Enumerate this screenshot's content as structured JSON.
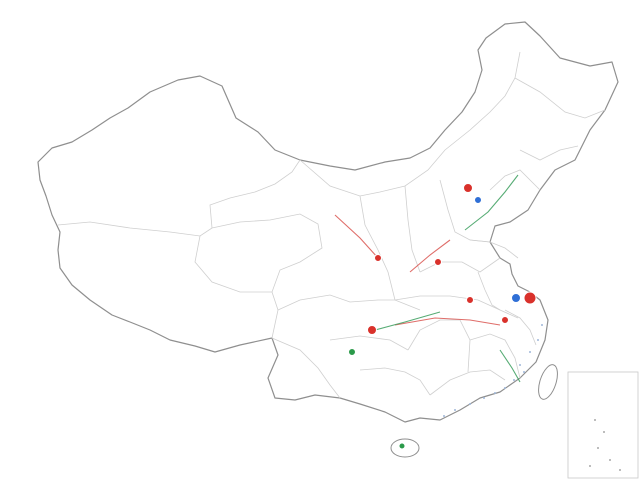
{
  "colors": {
    "outline": "#8f8f8f",
    "inner_border": "#cfcfcf",
    "label": "#555555",
    "pin_red": "#d9312b",
    "pin_blue": "#2f6fd6",
    "pin_green": "#2b9a4a",
    "route_red": "#d9534f",
    "route_green": "#3a9d5d",
    "coast": "#9fb7d8"
  },
  "regions": [
    {
      "label": "",
      "name": "region-xinjiang"
    },
    {
      "label": "",
      "name": "region-xizang"
    },
    {
      "label": "",
      "name": "region-qinghai"
    },
    {
      "label": "",
      "name": "region-neimenggu"
    },
    {
      "label": "",
      "name": "region-heilongjiang"
    }
  ],
  "pins": [
    {
      "name": "pin-beijing",
      "color": "red"
    },
    {
      "name": "pin-tianjin",
      "color": "blue"
    },
    {
      "name": "pin-xian",
      "color": "red"
    },
    {
      "name": "pin-zhengzhou",
      "color": "red"
    },
    {
      "name": "pin-shanghai",
      "color": "red"
    },
    {
      "name": "pin-hangzhou",
      "color": "blue"
    },
    {
      "name": "pin-wuhan",
      "color": "red"
    },
    {
      "name": "pin-chengdu",
      "color": "red"
    },
    {
      "name": "pin-chongqing",
      "color": "green"
    },
    {
      "name": "pin-guangzhou",
      "color": "red"
    },
    {
      "name": "pin-haikou",
      "color": "green"
    }
  ],
  "icons": {
    "map_pin": "map-pin-icon",
    "island": "island-icon"
  }
}
